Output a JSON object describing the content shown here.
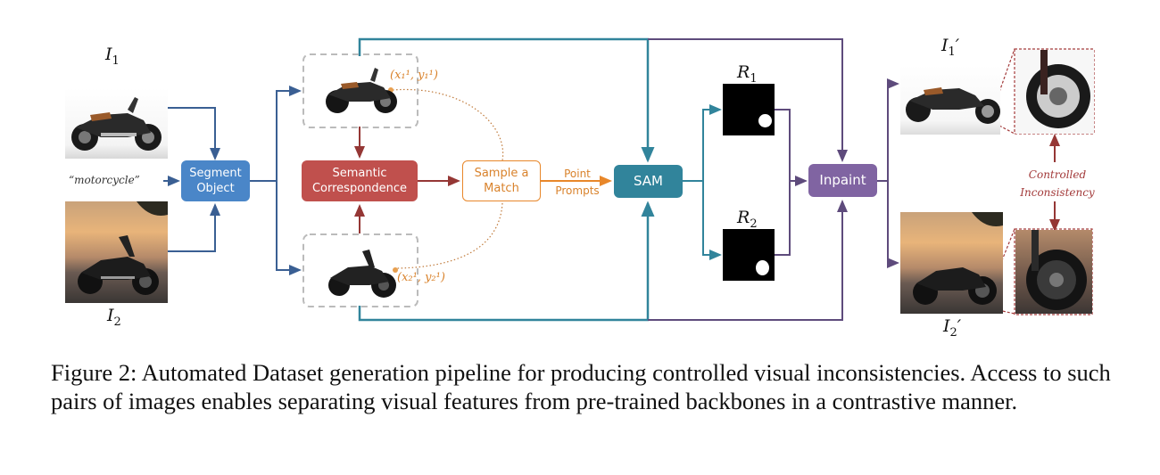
{
  "figure": {
    "inputs": {
      "image1_label": "I",
      "image1_sub": "1",
      "image2_label": "I",
      "image2_sub": "2",
      "text_prompt": "“motorcycle”"
    },
    "boxes": {
      "segment_object": "Segment\nObject",
      "segment_object_line1": "Segment",
      "segment_object_line2": "Object",
      "semantic_correspondence_line1": "Semantic",
      "semantic_correspondence_line2": "Correspondence",
      "sample_match_line1": "Sample a",
      "sample_match_line2": "Match",
      "sam": "SAM",
      "inpaint": "Inpaint"
    },
    "edge_labels": {
      "point_prompts_line1": "Point",
      "point_prompts_line2": "Prompts"
    },
    "points": {
      "p1": "(x",
      "p1_full": "(x₁¹, y₁¹)",
      "p2_full": "(x₂¹, y₂¹)"
    },
    "masks": {
      "r1_label": "R",
      "r1_sub": "1",
      "r2_label": "R",
      "r2_sub": "2"
    },
    "outputs": {
      "out1_label": "I",
      "out1_sub": "1",
      "out2_label": "I",
      "out2_sub": "2",
      "prime": "′",
      "annotation_line1": "Controlled",
      "annotation_line2": "Inconsistency"
    },
    "colors": {
      "segment_blue": "#4a86c8",
      "semantic_red": "#c0504d",
      "sample_orange": "#e8872a",
      "sam_teal": "#31849b",
      "inpaint_purple": "#8064a2",
      "arrow_blue": "#3a5f93",
      "arrow_red": "#953735",
      "arrow_teal": "#31849b",
      "arrow_purple": "#5e4b7c"
    }
  },
  "caption": {
    "text": "Figure 2: Automated Dataset generation pipeline for producing controlled visual inconsistencies. Access to such pairs of images enables separating visual features from pre-trained backbones in a contrastive manner."
  }
}
